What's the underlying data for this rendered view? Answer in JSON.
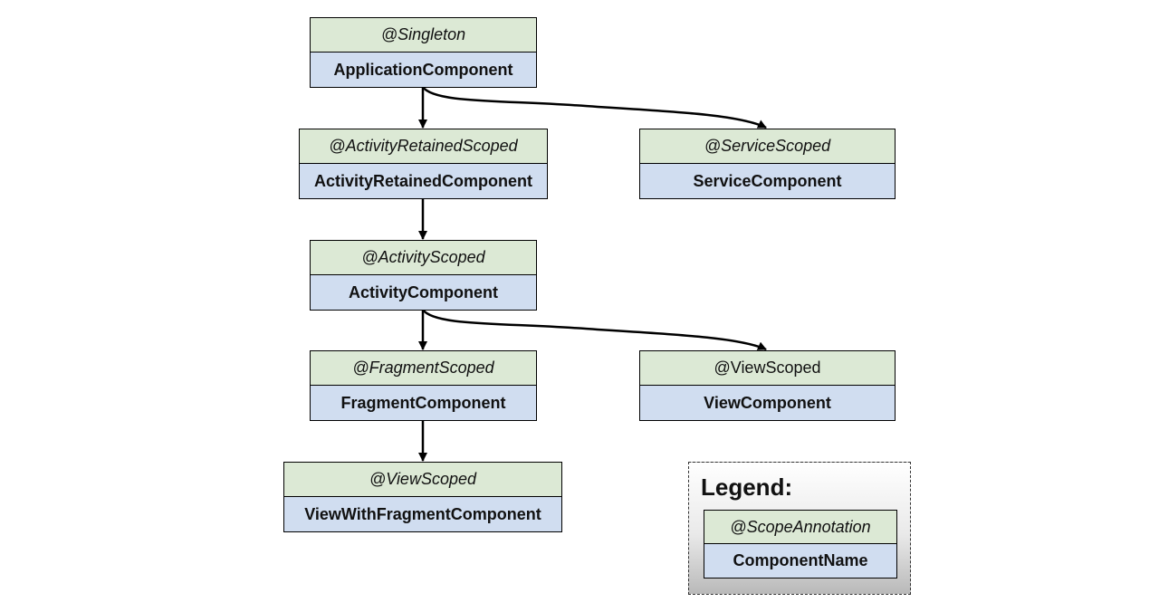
{
  "nodes": {
    "application": {
      "scope": "@Singleton",
      "component": "ApplicationComponent"
    },
    "activity_retained": {
      "scope": "@ActivityRetainedScoped",
      "component": "ActivityRetainedComponent"
    },
    "service": {
      "scope": "@ServiceScoped",
      "component": "ServiceComponent"
    },
    "activity": {
      "scope": "@ActivityScoped",
      "component": "ActivityComponent"
    },
    "fragment": {
      "scope": "@FragmentScoped",
      "component": "FragmentComponent"
    },
    "view": {
      "scope": "@ViewScoped",
      "component": "ViewComponent"
    },
    "view_with_fragment": {
      "scope": "@ViewScoped",
      "component": "ViewWithFragmentComponent"
    }
  },
  "legend": {
    "title": "Legend:",
    "scope": "@ScopeAnnotation",
    "component": "ComponentName"
  },
  "edges": [
    {
      "from": "ApplicationComponent",
      "to": "ActivityRetainedComponent"
    },
    {
      "from": "ApplicationComponent",
      "to": "ServiceComponent"
    },
    {
      "from": "ActivityRetainedComponent",
      "to": "ActivityComponent"
    },
    {
      "from": "ActivityComponent",
      "to": "FragmentComponent"
    },
    {
      "from": "ActivityComponent",
      "to": "ViewComponent"
    },
    {
      "from": "FragmentComponent",
      "to": "ViewWithFragmentComponent"
    }
  ],
  "colors": {
    "scope_fill": "#dce9d5",
    "component_fill": "#d0ddf0",
    "border": "#000000",
    "arrow": "#000000"
  }
}
